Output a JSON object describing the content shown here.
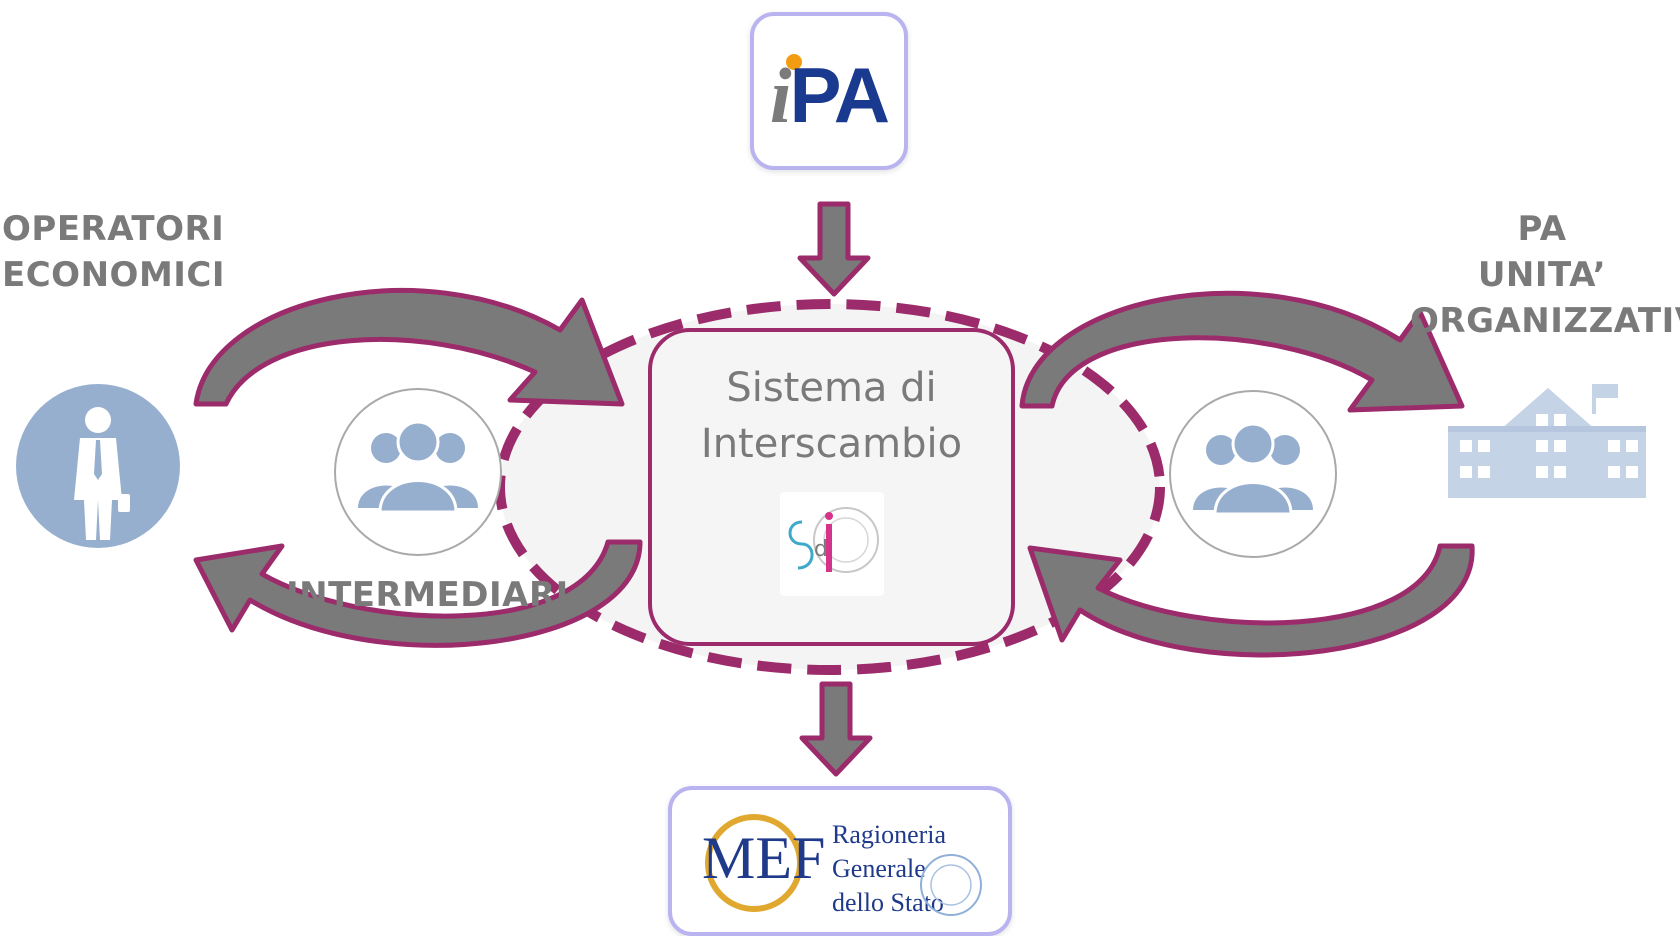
{
  "labels": {
    "operatori_line1": "OPERATORI",
    "operatori_line2": "ECONOMICI",
    "intermediari": "INTERMEDIARI",
    "pa_line1": "PA",
    "pa_line2": "UNITA’",
    "pa_line3": "ORGANIZZATIVE"
  },
  "center": {
    "title_line1": "Sistema di",
    "title_line2": "Interscambio",
    "logo_text": "sdi"
  },
  "ipa_logo": {
    "i": "i",
    "pa": "PA"
  },
  "mef_logo": {
    "mef": "MEF",
    "line1": "Ragioneria",
    "line2": "Generale",
    "line3": "dello Stato"
  },
  "icons": {
    "person": "businessman-icon",
    "group_left": "people-group-icon",
    "group_right": "people-group-icon",
    "building": "school-building-icon"
  },
  "colors": {
    "accent": "#9b2b6a",
    "arrow_fill": "#7a7a7a",
    "box_border": "#b9b3f0",
    "icon_blue": "#97afcf",
    "label_gray": "#7a7a7a",
    "mef_blue": "#1f3a8a",
    "mef_gold": "#e0a82e"
  }
}
